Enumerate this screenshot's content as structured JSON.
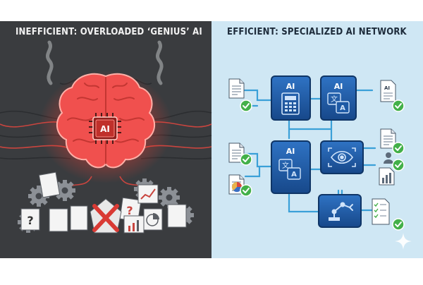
{
  "left_panel": {
    "title": "INEFFICIENT: OVERLOADED ‘GENIUS’ AI",
    "chip_label": "AI",
    "colors": {
      "background": "#3a3c3f",
      "brain": "#f0504e",
      "glow": "#ff3b30",
      "cross": "#d93a34"
    }
  },
  "right_panel": {
    "title": "EFFICIENT: SPECIALIZED AI NETWORK",
    "module_labels": [
      "AI",
      "AI",
      "AI"
    ],
    "document_label": "AI",
    "translate_glyphs": [
      "文",
      "A"
    ],
    "colors": {
      "background": "#cfe7f4",
      "module": "#1e5aa5",
      "wire": "#3aa0d8",
      "check": "#43b049"
    }
  },
  "icons": [
    "calculator-icon",
    "translate-icon",
    "eye-icon",
    "robot-arm-icon",
    "checkmark-icon",
    "document-icon",
    "gear-icon",
    "brain-icon",
    "chip-icon",
    "sparkle-icon"
  ]
}
